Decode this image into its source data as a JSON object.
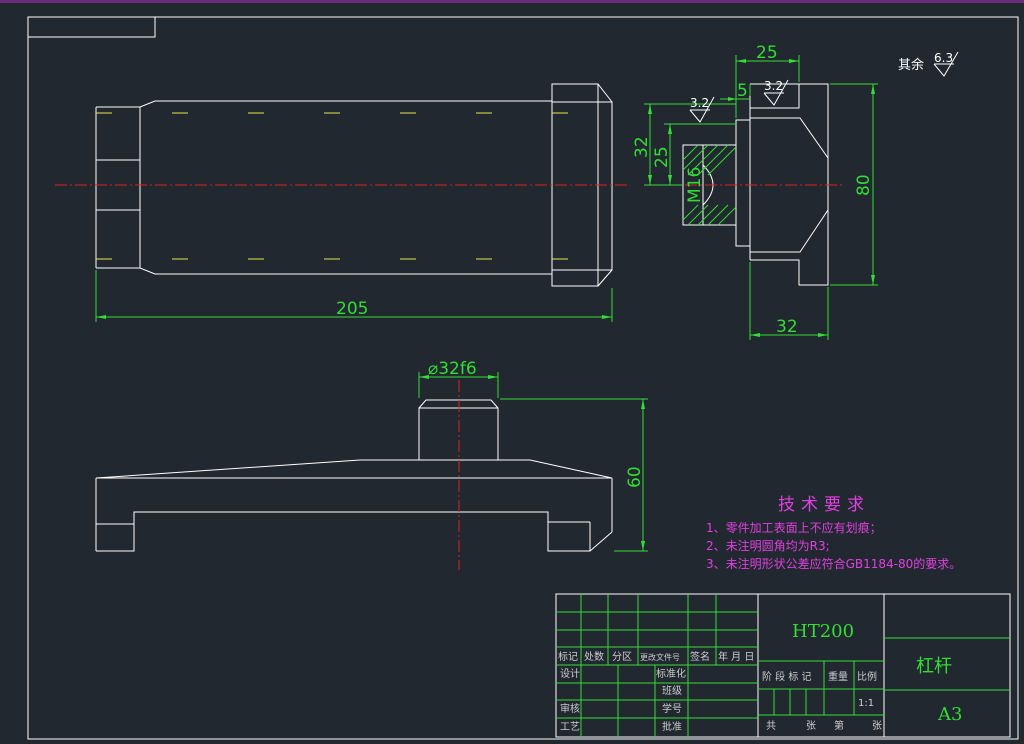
{
  "dimensions": {
    "overall_length": "205",
    "end_width": "25",
    "small_offset": "5",
    "flange_height": "80",
    "flange_width": "32",
    "pin_height": "32",
    "pin_inner": "25",
    "thread": "M16",
    "shaft_diameter": "⌀32f6",
    "base_height": "60"
  },
  "roughness": {
    "general_prefix": "其余",
    "general_value": "6.3",
    "left_mark": "3.2",
    "right_mark": "3.2"
  },
  "tech_requirements": {
    "title": "技术要求",
    "lines": [
      "1、零件加工表面上不应有划痕；",
      "2、未注明圆角均为R3;",
      "3、未注明形状公差应符合GB1184-80的要求。"
    ]
  },
  "title_block": {
    "material": "HT200",
    "part_name": "杠杆",
    "sheet_size": "A3",
    "scale": "1:1",
    "labels": {
      "mark": "标记",
      "count": "处数",
      "zone": "分区",
      "change_doc": "更改文件号",
      "signature": "签名",
      "date": "年 月 日",
      "design": "设计",
      "standardize": "标准化",
      "class": "班级",
      "review": "审核",
      "student_id": "学号",
      "process": "工艺",
      "approve": "批准",
      "stage_mark": "阶 段 标 记",
      "weight": "重量",
      "ratio": "比例",
      "total": "共",
      "sheets": "张",
      "number": "第",
      "sheet": "张"
    }
  },
  "colors": {
    "background": "#212830",
    "outline": "#ffffff",
    "dimension": "#33dd33",
    "centerline": "#dd2222",
    "hidden": "#e6e650",
    "annotation": "#e040e0"
  }
}
